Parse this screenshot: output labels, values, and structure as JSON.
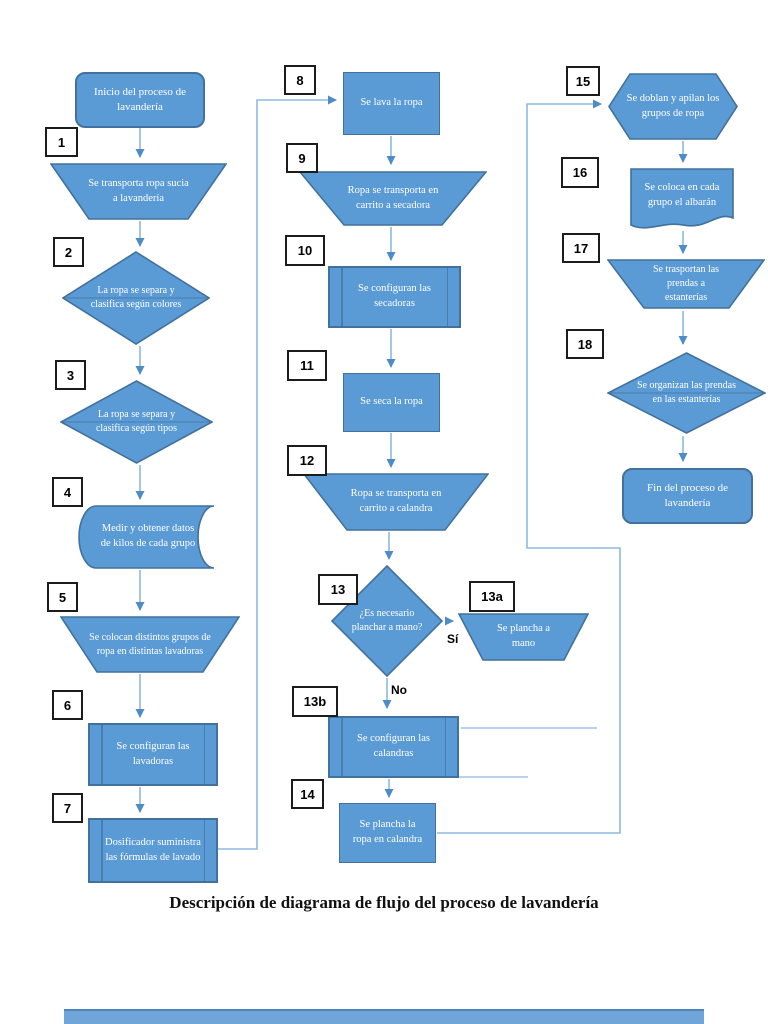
{
  "caption": "Descripción de diagrama de flujo del proceso de lavandería",
  "colors": {
    "shape_fill": "#5b9bd5",
    "shape_border": "#41719c",
    "connector_line": "#8fb8e0",
    "arrowhead": "#4e8cc8",
    "badge_border": "#1c1c1c",
    "label_text": "#ffffff",
    "caption_text": "#111111",
    "next_page_strip": "#6fa5d9"
  },
  "nodes": {
    "start": {
      "label": "Inicio del proceso de lavandería"
    },
    "n1": {
      "badge": "1",
      "label": "Se transporta ropa sucia a lavandería"
    },
    "n2": {
      "badge": "2",
      "label": "La ropa se separa y clasifica según colores"
    },
    "n3": {
      "badge": "3",
      "label": "La ropa se separa y clasifica según tipos"
    },
    "n4": {
      "badge": "4",
      "label": "Medir y obtener datos de kilos de cada grupo"
    },
    "n5": {
      "badge": "5",
      "label": "Se colocan distintos grupos de ropa en distintas lavadoras"
    },
    "n6": {
      "badge": "6",
      "label": "Se configuran las lavadoras"
    },
    "n7": {
      "badge": "7",
      "label": "Dosificador suministra las fórmulas de lavado"
    },
    "n8": {
      "badge": "8",
      "label": "Se lava la ropa"
    },
    "n9": {
      "badge": "9",
      "label": "Ropa se transporta en carrito a secadora"
    },
    "n10": {
      "badge": "10",
      "label": "Se configuran las secadoras"
    },
    "n11": {
      "badge": "11",
      "label": "Se seca la ropa"
    },
    "n12": {
      "badge": "12",
      "label": "Ropa se transporta en carrito a calandra"
    },
    "n13": {
      "badge": "13",
      "label": "¿Es necesario planchar a mano?",
      "yes_label": "Sí",
      "no_label": "No"
    },
    "n13a": {
      "badge": "13a",
      "label": "Se plancha a mano"
    },
    "n13b": {
      "badge": "13b",
      "label": "Se configuran las calandras"
    },
    "n14": {
      "badge": "14",
      "label": "Se plancha la ropa en calandra"
    },
    "n15": {
      "badge": "15",
      "label": "Se doblan y apilan los grupos de ropa"
    },
    "n16": {
      "badge": "16",
      "label": "Se coloca en cada grupo el albarán"
    },
    "n17": {
      "badge": "17",
      "label": "Se trasportan las prendas a estanterías"
    },
    "n18": {
      "badge": "18",
      "label": "Se organizan las prendas en las estanterías"
    },
    "end": {
      "label": "Fin del proceso de lavandería"
    }
  }
}
